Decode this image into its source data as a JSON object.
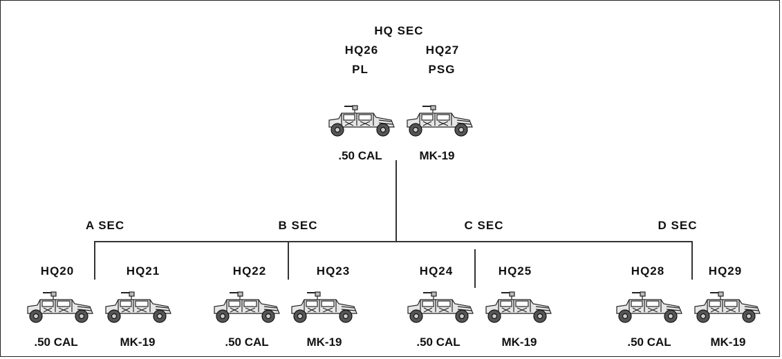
{
  "hq": {
    "title": "HQ SEC",
    "units": [
      {
        "call": "HQ26",
        "role": "PL",
        "weapon": ".50 CAL",
        "icon": "humvee-icon"
      },
      {
        "call": "HQ27",
        "role": "PSG",
        "weapon": "MK-19",
        "icon": "humvee-icon"
      }
    ]
  },
  "sections": [
    {
      "name": "A SEC",
      "units": [
        {
          "call": "HQ20",
          "weapon": ".50 CAL"
        },
        {
          "call": "HQ21",
          "weapon": "MK-19"
        }
      ]
    },
    {
      "name": "B SEC",
      "units": [
        {
          "call": "HQ22",
          "weapon": ".50 CAL"
        },
        {
          "call": "HQ23",
          "weapon": "MK-19"
        }
      ]
    },
    {
      "name": "C SEC",
      "units": [
        {
          "call": "HQ24",
          "weapon": ".50 CAL"
        },
        {
          "call": "HQ25",
          "weapon": "MK-19"
        }
      ]
    },
    {
      "name": "D SEC",
      "units": [
        {
          "call": "HQ28",
          "weapon": ".50 CAL"
        },
        {
          "call": "HQ29",
          "weapon": "MK-19"
        }
      ]
    }
  ]
}
